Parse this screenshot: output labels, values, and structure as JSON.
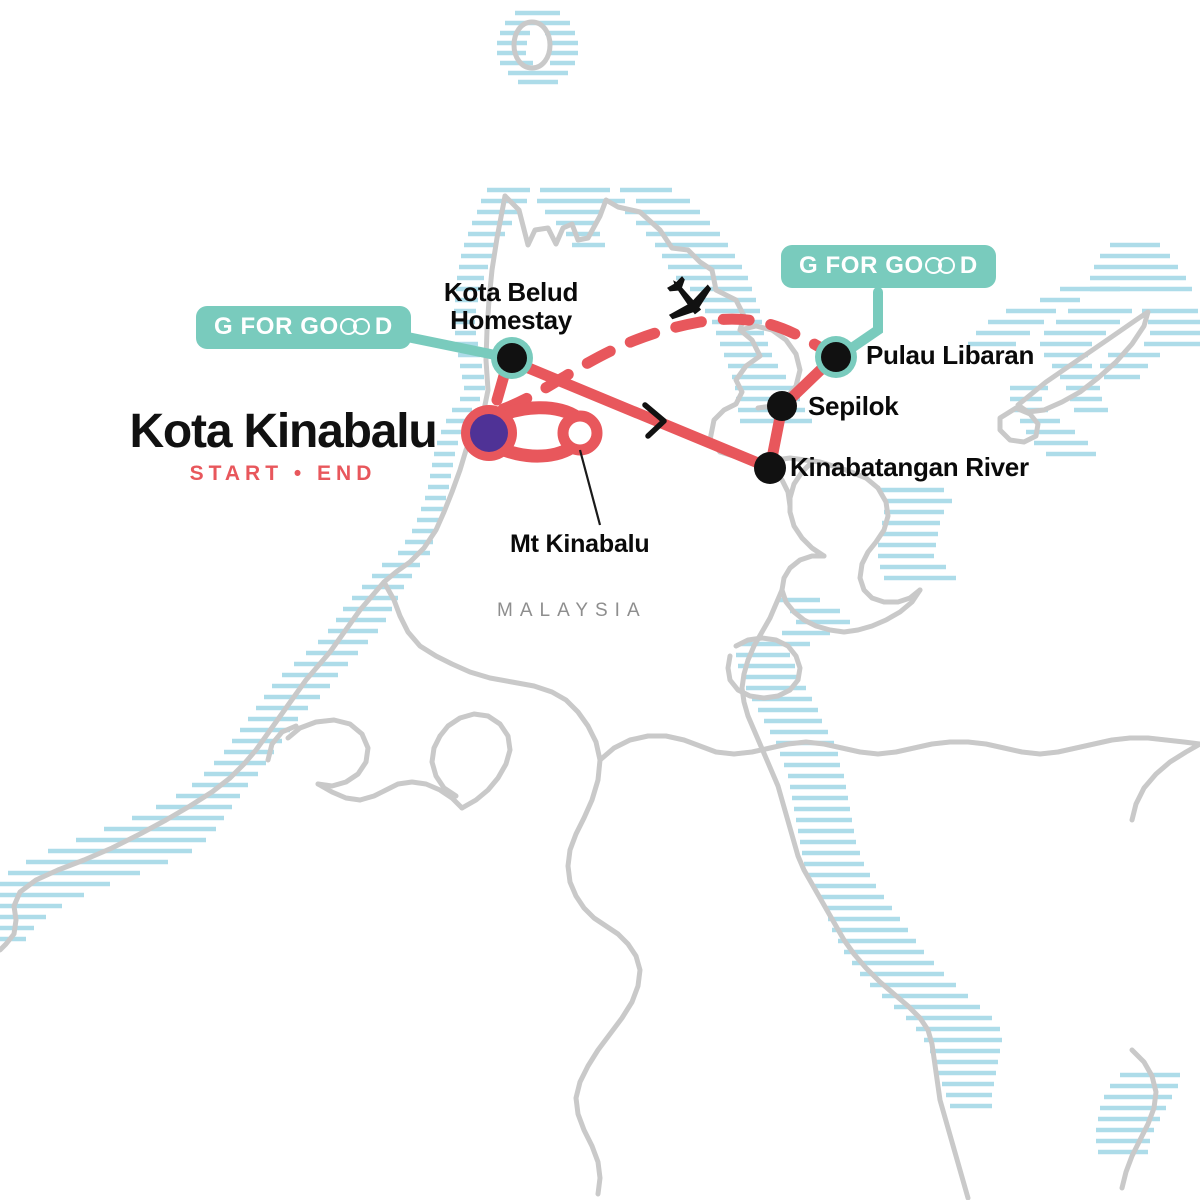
{
  "map": {
    "country_label": "MALAYSIA",
    "colors": {
      "route_red": "#e8575c",
      "accent_teal": "#79cbbd",
      "start_purple": "#4f3296",
      "coastline_grey": "#c9c9c9",
      "water_hatch": "#a9dbe8",
      "node_black": "#111111",
      "background": "#ffffff"
    },
    "main_city": {
      "name": "Kota Kinabalu",
      "sub": "START • END"
    },
    "stops": [
      {
        "id": "kota-belud-homestay",
        "label_line1": "Kota Belud",
        "label_line2": "Homestay",
        "type": "g-for-good"
      },
      {
        "id": "pulau-libaran",
        "label_line1": "Pulau Libaran",
        "label_line2": "",
        "type": "g-for-good"
      },
      {
        "id": "sepilok",
        "label_line1": "Sepilok",
        "label_line2": "",
        "type": "plain"
      },
      {
        "id": "kinabatangan-river",
        "label_line1": "Kinabatangan River",
        "label_line2": "",
        "type": "plain"
      }
    ],
    "annotations": [
      {
        "id": "mt-kinabalu",
        "label": "Mt Kinabalu"
      }
    ],
    "badges": [
      {
        "id": "g-for-good-west",
        "text": "G FOR GO",
        "text_tail": "D"
      },
      {
        "id": "g-for-good-east",
        "text": "G FOR GO",
        "text_tail": "D"
      }
    ],
    "legend_icons": {
      "plane": "airplane-icon",
      "arrow": "route-direction-arrow"
    }
  }
}
